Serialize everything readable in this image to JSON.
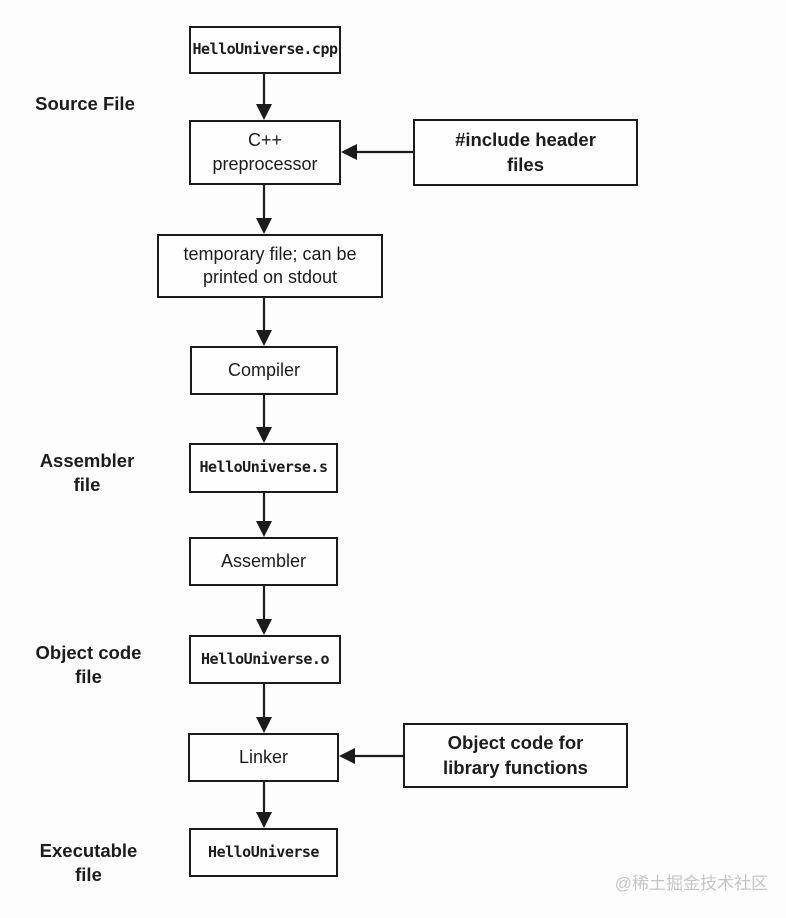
{
  "nodes": {
    "cpp_file": {
      "label": "HelloUniverse.cpp"
    },
    "preprocessor": {
      "label": "C++\npreprocessor"
    },
    "temp_file": {
      "label": "temporary file; can be\nprinted on stdout"
    },
    "compiler": {
      "label": "Compiler"
    },
    "asm_file": {
      "label": "HelloUniverse.s"
    },
    "assembler": {
      "label": "Assembler"
    },
    "obj_file": {
      "label": "HelloUniverse.o"
    },
    "linker": {
      "label": "Linker"
    },
    "exe_file": {
      "label": "HelloUniverse"
    }
  },
  "callouts": {
    "include_headers": {
      "label": "#include header\nfiles"
    },
    "object_code_libs": {
      "label": "Object code for\nlibrary functions"
    }
  },
  "side_labels": {
    "source_file": "Source File",
    "assembler_file": "Assembler\nfile",
    "object_code_file": "Object code\nfile",
    "executable_file": "Executable\nfile"
  },
  "watermark": "@稀土掘金技术社区",
  "colors": {
    "line": "#1b1b1b",
    "background": "#fdfdfd",
    "watermark": "#c6c6c6"
  }
}
